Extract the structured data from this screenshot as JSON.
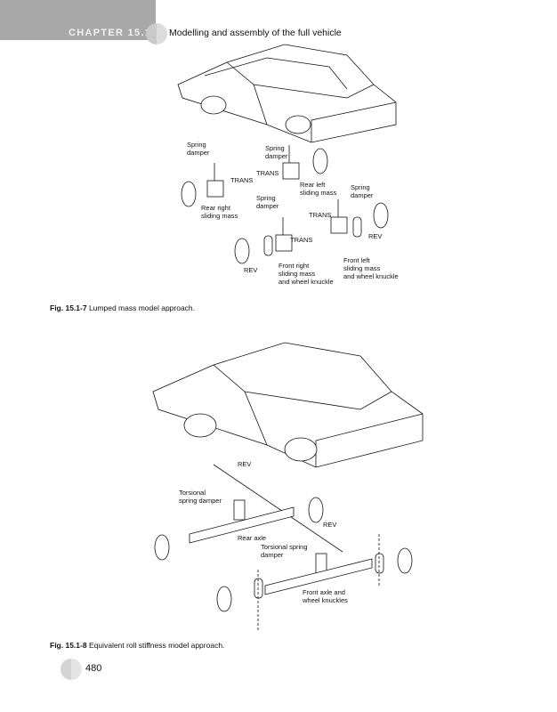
{
  "header": {
    "chapter": "CHAPTER 15.1",
    "title": "Modelling and assembly of the full vehicle"
  },
  "figure1": {
    "labels": {
      "spring_damper_rr": "Spring\ndamper",
      "spring_damper_rl": "Spring\ndamper",
      "trans_rl": "TRANS",
      "trans_rr": "TRANS",
      "rear_left": "Rear left\nsliding mass",
      "spring_damper_fl": "Spring\ndamper",
      "spring_damper_fr": "Spring\ndamper",
      "rear_right": "Rear right\nsliding mass",
      "trans_fl": "TRANS",
      "rev_fl": "REV",
      "trans_fr": "TRANS",
      "front_left": "Front left\nsliding mass\nand wheel knuckle",
      "rev_fr": "REV",
      "front_right": "Front right\nsliding mass\nand wheel knuckle"
    },
    "caption_num": "Fig. 15.1-7",
    "caption_text": "Lumped mass model approach."
  },
  "figure2": {
    "labels": {
      "rev_rear": "REV",
      "torsional_rear": "Torsional\nspring damper",
      "rev_front": "REV",
      "rear_axle": "Rear axle",
      "torsional_front": "Torsional spring\ndamper",
      "front_axle": "Front axle and\nwheel knuckles"
    },
    "caption_num": "Fig. 15.1-8",
    "caption_text": "Equivalent roll stiffness model approach."
  },
  "page_number": "480"
}
